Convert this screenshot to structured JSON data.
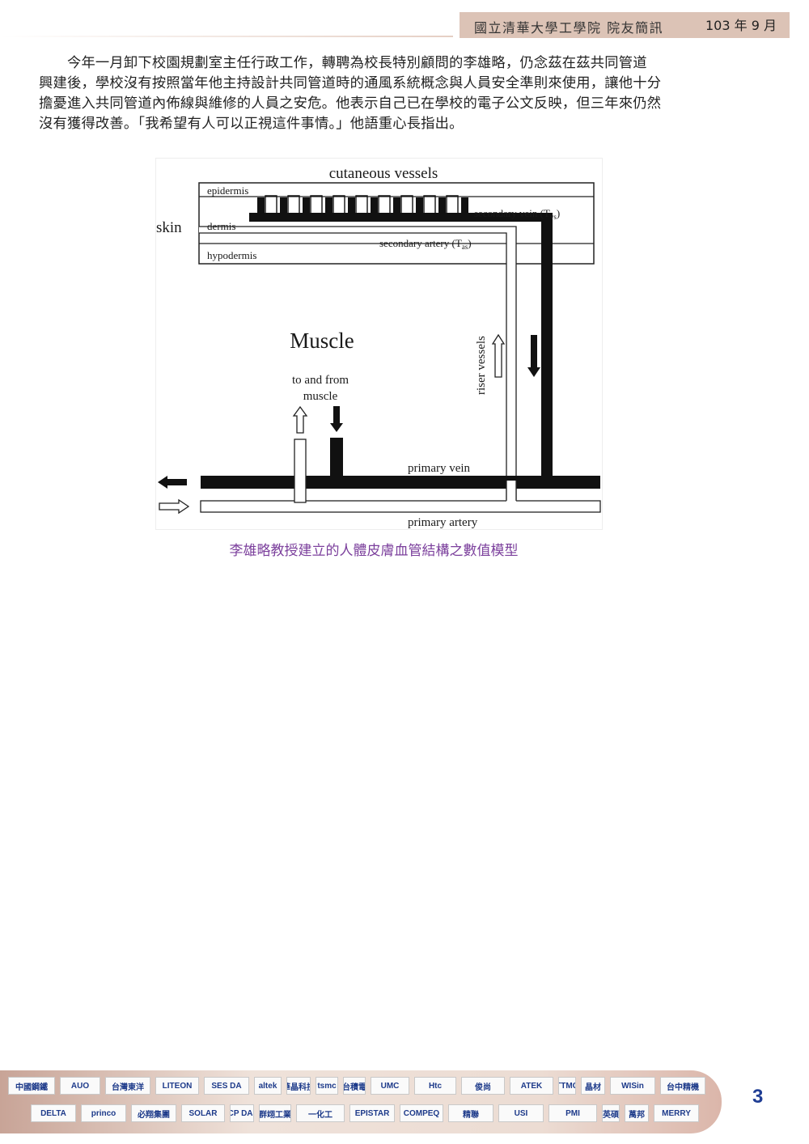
{
  "header": {
    "school": "國立清華大學工學院 院友簡訊",
    "issue": "103 年 9 月"
  },
  "body": {
    "lines": [
      "　　今年一月卸下校園規劃室主任行政工作，轉聘為校長特別顧問的李雄略，仍念茲在茲共同管道",
      "興建後，學校沒有按照當年他主持設計共同管道時的通風系統概念與人員安全準則來使用，讓他十分",
      "擔憂進入共同管道內佈線與維修的人員之安危。他表示自己已在學校的電子公文反映，但三年來仍然",
      "沒有獲得改善。「我希望有人可以正視這件事情。」他語重心長指出。"
    ]
  },
  "figure": {
    "title": "cutaneous vessels",
    "skin": "skin",
    "epidermis": "epidermis",
    "dermis": "dermis",
    "hypodermis": "hypodermis",
    "secondary_vein_main": "secondary vein (T",
    "secondary_vein_sub": "vs",
    "secondary_vein_close": ")",
    "secondary_artery_main": "secondary artery (T",
    "secondary_artery_sub": "as",
    "secondary_artery_close": ")",
    "muscle": "Muscle",
    "to_and_from": "to and from",
    "muscle_small": "muscle",
    "riser_vessels": "riser vessels",
    "primary_vein": "primary vein",
    "primary_artery": "primary artery"
  },
  "caption": "李雄略教授建立的人體皮膚血管結構之數值模型",
  "footer": {
    "sponsors_row1": [
      "中國鋼鐵",
      "AUO",
      "台灣東洋",
      "LITEON",
      "SES DA",
      "altek",
      "華晶科技",
      "tsmc",
      "台積電",
      "UMC",
      "Htc",
      "俊尚",
      "ATEK",
      "TTMC",
      "晶材",
      "WISin",
      "台中精機"
    ],
    "sponsors_row2": [
      "DELTA",
      "princo",
      "必翔集團",
      "SOLAR",
      "ICP DAS",
      "群翊工業",
      "一化工",
      "EPISTAR",
      "COMPEQ",
      "精聯",
      "USI",
      "PMI",
      "英碩",
      "萬邦",
      "MERRY"
    ],
    "page_number": "3"
  },
  "colors": {
    "header_band": "#dcc3b6",
    "caption": "#7b3f9c",
    "page_number": "#1f3d94"
  }
}
